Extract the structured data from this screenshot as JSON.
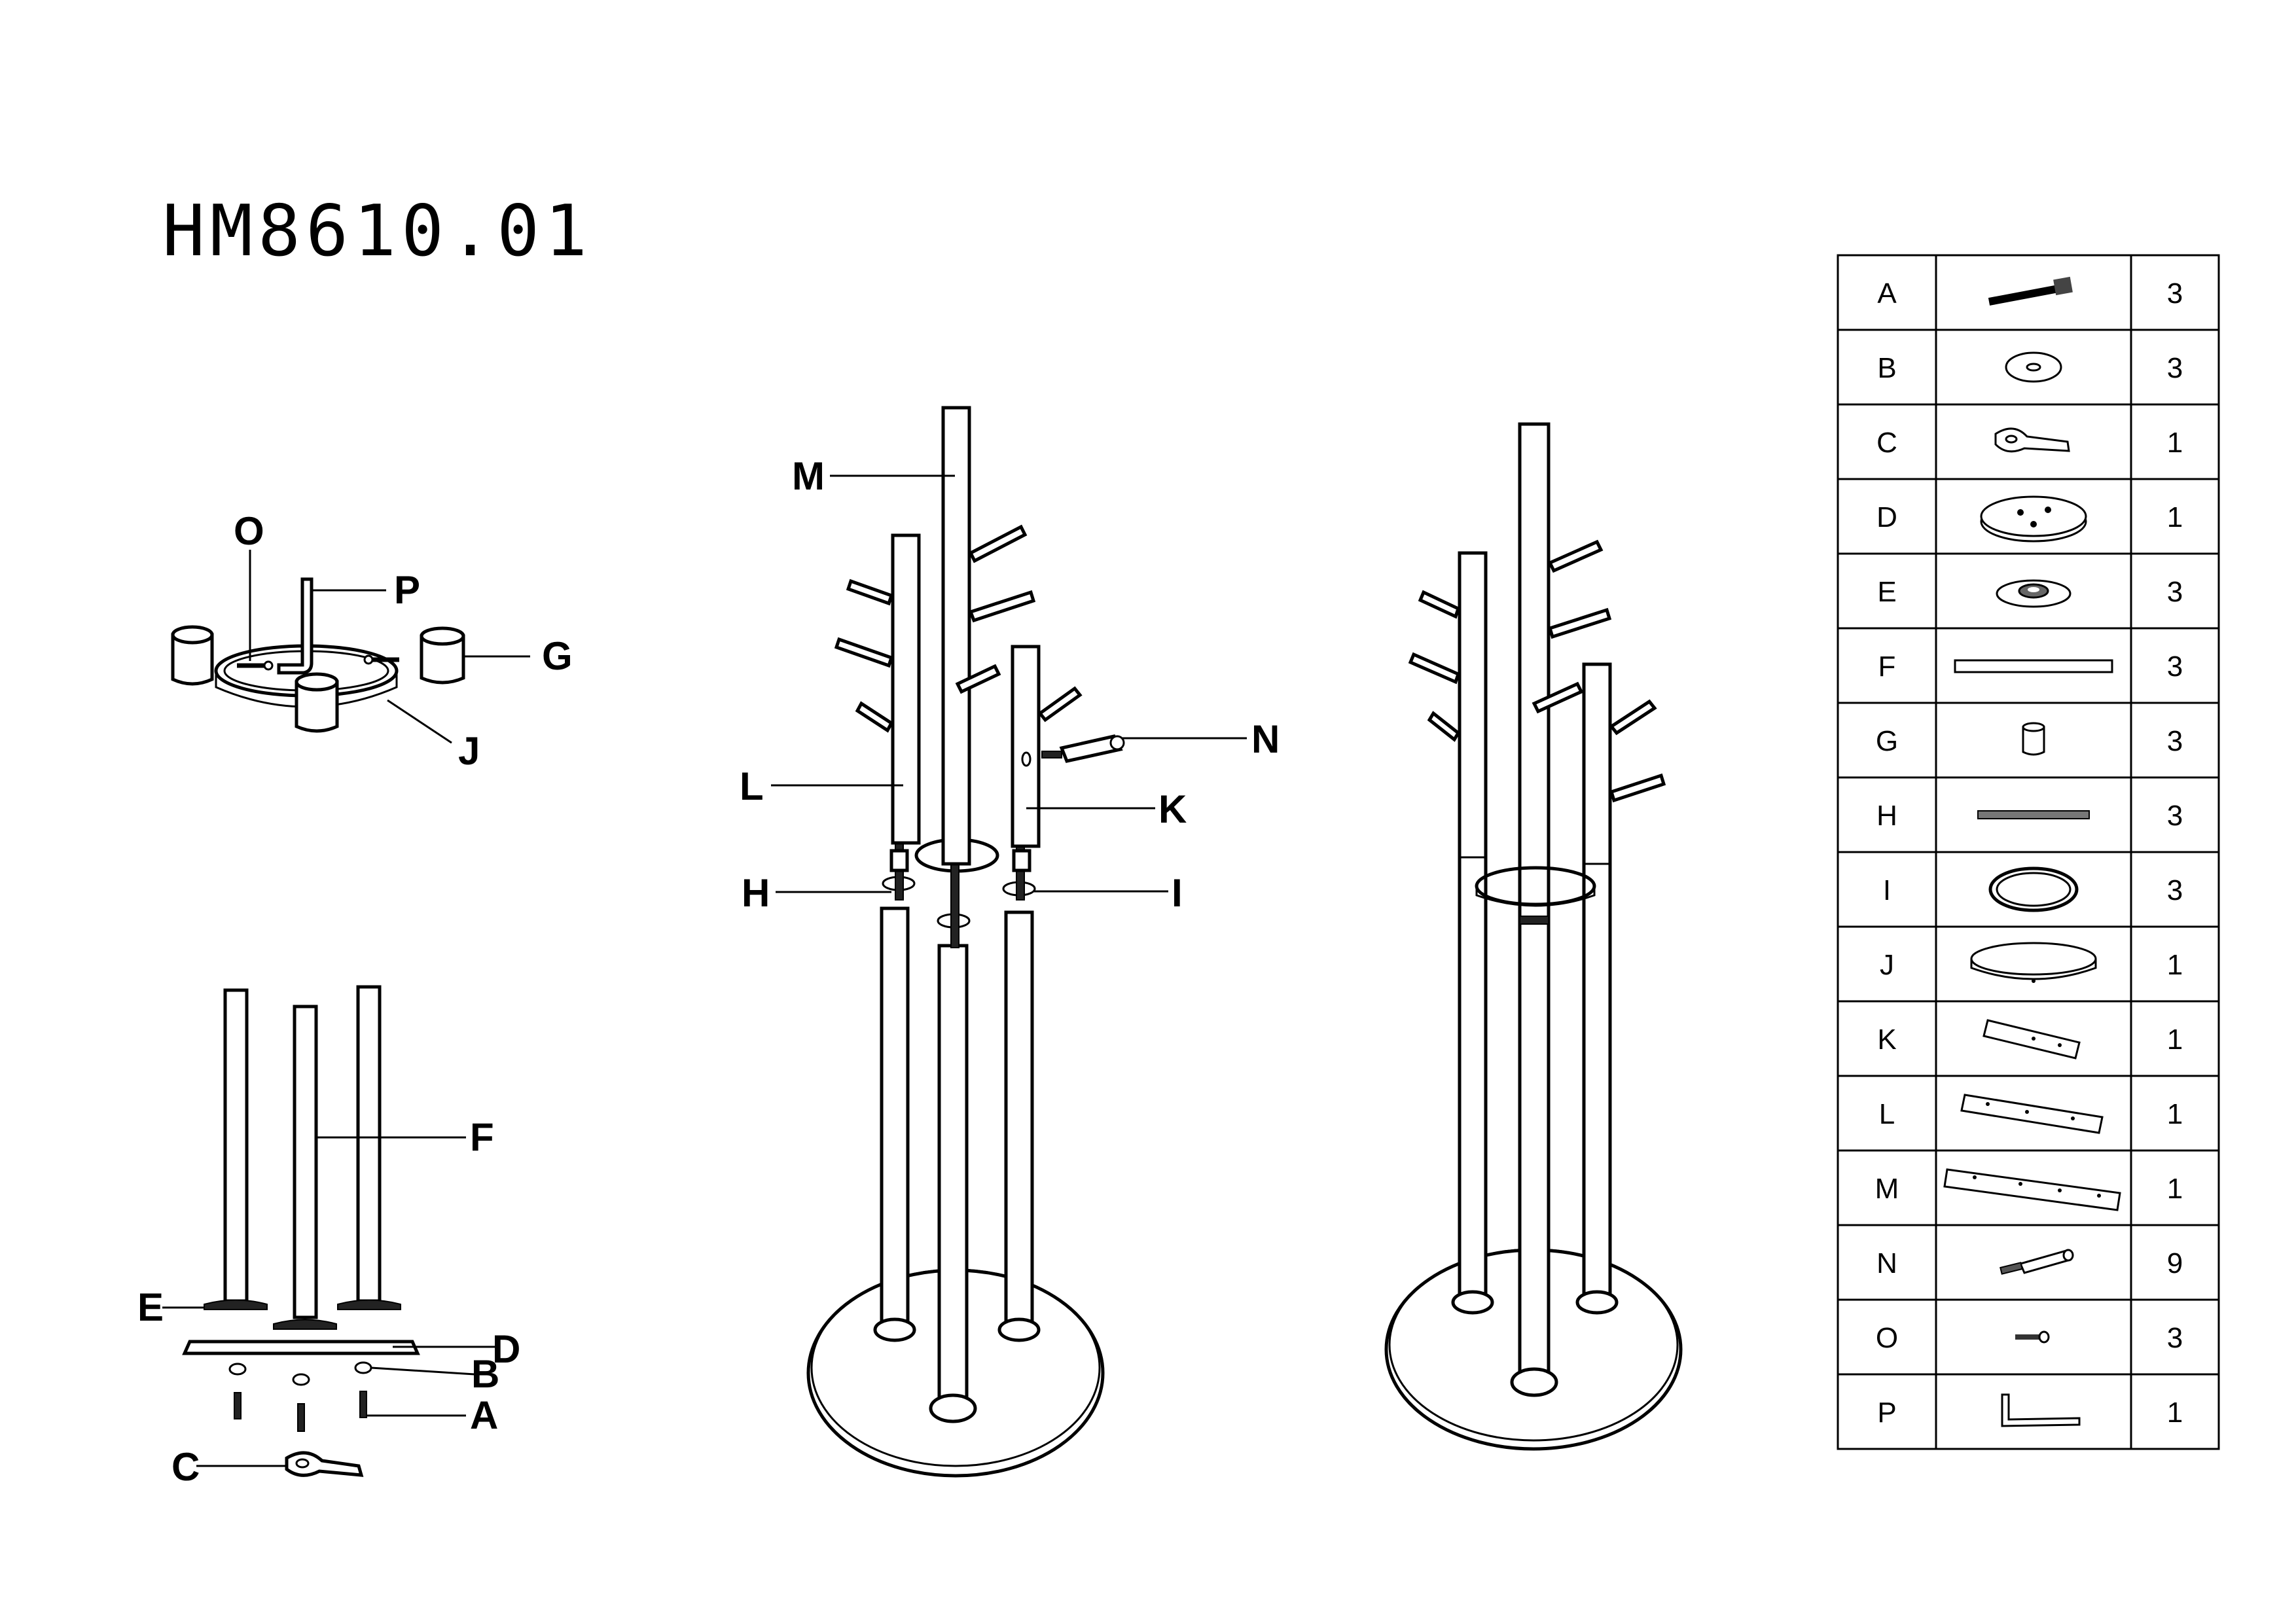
{
  "model": "HM8610.01",
  "callouts": {
    "O": "O",
    "P": "P",
    "G": "G",
    "J": "J",
    "F": "F",
    "E": "E",
    "D": "D",
    "B": "B",
    "A": "A",
    "C": "C",
    "M": "M",
    "L": "L",
    "N": "N",
    "K": "K",
    "H": "H",
    "I": "I"
  },
  "parts": [
    {
      "code": "A",
      "qty": "3",
      "icon": "bolt-icon"
    },
    {
      "code": "B",
      "qty": "3",
      "icon": "washer-icon"
    },
    {
      "code": "C",
      "qty": "1",
      "icon": "wrench-plate-icon"
    },
    {
      "code": "D",
      "qty": "1",
      "icon": "base-plate-icon"
    },
    {
      "code": "E",
      "qty": "3",
      "icon": "flange-icon"
    },
    {
      "code": "F",
      "qty": "3",
      "icon": "tube-icon"
    },
    {
      "code": "G",
      "qty": "3",
      "icon": "foot-cap-icon"
    },
    {
      "code": "H",
      "qty": "3",
      "icon": "threaded-rod-icon"
    },
    {
      "code": "I",
      "qty": "3",
      "icon": "ring-icon"
    },
    {
      "code": "J",
      "qty": "1",
      "icon": "hoop-icon"
    },
    {
      "code": "K",
      "qty": "1",
      "icon": "short-pole-icon"
    },
    {
      "code": "L",
      "qty": "1",
      "icon": "medium-pole-icon"
    },
    {
      "code": "M",
      "qty": "1",
      "icon": "long-pole-icon"
    },
    {
      "code": "N",
      "qty": "9",
      "icon": "hook-peg-icon"
    },
    {
      "code": "O",
      "qty": "3",
      "icon": "screw-icon"
    },
    {
      "code": "P",
      "qty": "1",
      "icon": "allen-key-icon"
    }
  ]
}
